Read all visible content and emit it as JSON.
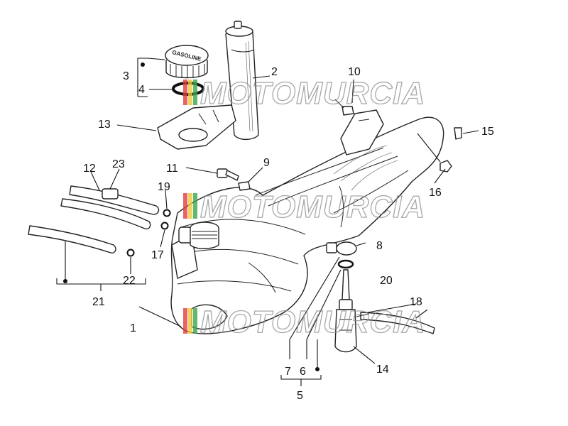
{
  "diagram": {
    "cap_label": "GASOLINE",
    "watermark_text": "MOTOMURCIA",
    "callouts": {
      "c1": "1",
      "c2": "2",
      "c3": "3",
      "c4": "4",
      "c5": "5",
      "c6": "6",
      "c7": "7",
      "c8": "8",
      "c9": "9",
      "c10": "10",
      "c11": "11",
      "c12": "12",
      "c13": "13",
      "c14": "14",
      "c15": "15",
      "c16": "16",
      "c17": "17",
      "c18": "18",
      "c19": "19",
      "c20": "20",
      "c21": "21",
      "c22": "22",
      "c23": "23"
    },
    "colors": {
      "line": "#222222",
      "watermark": "#8a8a8a",
      "watermark_stripe_red": "#e0413a",
      "watermark_stripe_yellow": "#f2c73d",
      "watermark_stripe_green": "#3aa64a"
    }
  }
}
